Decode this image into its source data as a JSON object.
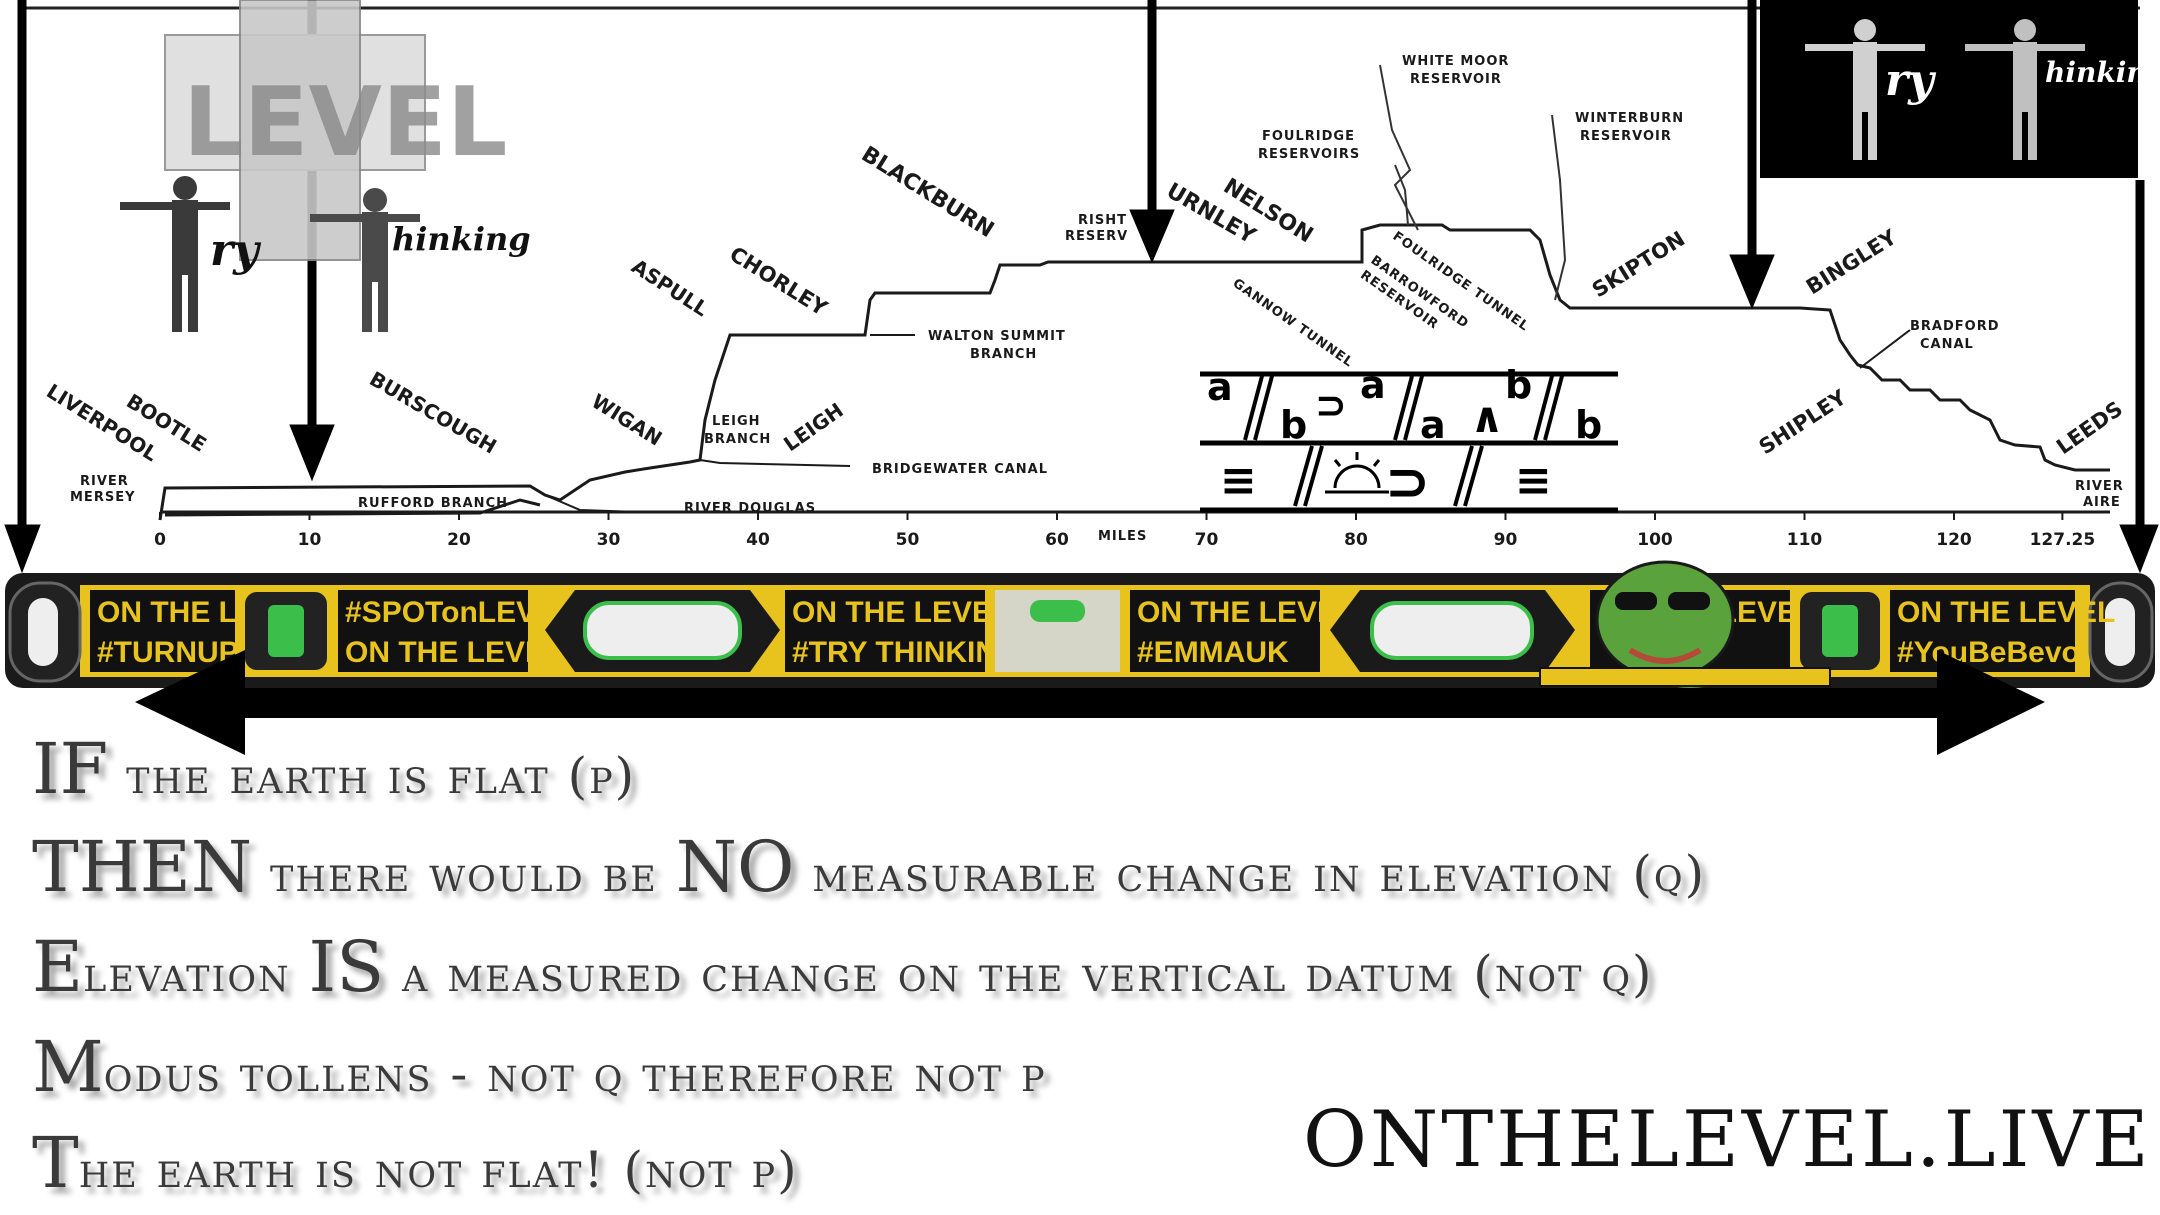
{
  "profile": {
    "places": {
      "liverpool": "LIVERPOOL",
      "bootle": "BOOTLE",
      "river_mersey": "RIVER\nMERSEY",
      "burscough": "BURSCOUGH",
      "rufford_branch": "RUFFORD BRANCH",
      "wigan": "WIGAN",
      "aspull": "ASPULL",
      "leigh_branch": "LEIGH\nBRANCH",
      "leigh": "LEIGH",
      "river_douglas": "RIVER DOUGLAS",
      "bridgewater_canal": "BRIDGEWATER CANAL",
      "chorley": "CHORLEY",
      "blackburn": "BLACKBURN",
      "walton_summit_branch": "WALTON SUMMIT\nBRANCH",
      "rishton_reservoir": "RISHT\nRESERV",
      "burnley": "URNLEY",
      "nelson": "NELSON",
      "gannow_tunnel": "GANNOW TUNNEL",
      "foulridge_reservoirs": "FOULRIDGE\nRESERVOIRS",
      "white_moor_reservoir": "WHITE MOOR\nRESERVOIR",
      "winterburn_reservoir": "WINTERBURN\nRESERVOIR",
      "foulridge_tunnel": "FOULRIDGE TUNNEL",
      "barrowford_reservoir": "BARROWFORD\nRESERVOIR",
      "skipton": "SKIPTON",
      "bingley": "BINGLEY",
      "bradford_canal": "BRADFORD\nCANAL",
      "shipley": "SHIPLEY",
      "leeds": "LEEDS",
      "river_aire": "RIVER\nAIRE"
    },
    "axis": {
      "ticks": [
        "0",
        "10",
        "20",
        "30",
        "40",
        "50",
        "60",
        "70",
        "80",
        "90",
        "100",
        "110",
        "120",
        "127.25"
      ],
      "unit_label": "MILES"
    }
  },
  "spirit_level": {
    "stickers": [
      "ON THE LEVEL",
      "#TURNUP",
      "#SPOTonLEVEL",
      "ON THE LEVEL",
      "ON THE LEVEL",
      "#TRY THINKING",
      "ON THE LEVEL",
      "#EMMAUK",
      "ON THE LEVEL",
      "ON THE LEVEL",
      "#YouBeBevo"
    ],
    "body_color": "#e8c31e",
    "vial_color": "#3bbf4a"
  },
  "logos": {
    "level_logo_text": "LEVEL",
    "try_thinking_left": "ry",
    "try_thinking_right": "hinking"
  },
  "logic_symbol": {
    "row1": [
      "a",
      "b",
      "⊃",
      "a",
      "a",
      "∧",
      "b",
      "b"
    ],
    "row2": [
      "≡",
      "//",
      "⊃",
      "//",
      "≡"
    ]
  },
  "argument": {
    "line1": {
      "big": "IF",
      "rest": " the earth is flat (p)"
    },
    "line2": {
      "big1": "THEN",
      "mid": " there would be ",
      "big2": "NO",
      "rest": " measurable change in elevation (q)"
    },
    "line3": {
      "big1": "E",
      "mid": "levation ",
      "big2": "IS",
      "rest": " a measured change on the vertical datum (not q)"
    },
    "line4": {
      "big": "M",
      "rest": "odus tollens - not q therefore not p"
    },
    "line5": {
      "big": "T",
      "rest": "he earth is not flat! (not p)"
    }
  },
  "website": "ONTHELEVEL.LIVE"
}
